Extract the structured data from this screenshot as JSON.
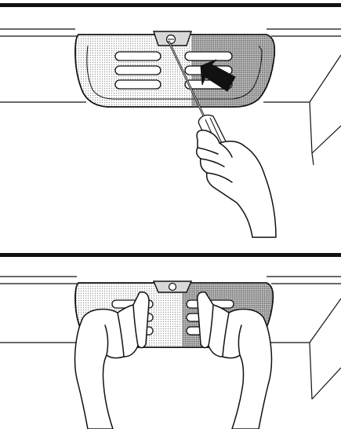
{
  "figure": {
    "panels": [
      {
        "id": "remove-screw",
        "illustration": "screwdriver-removing-cover-screw",
        "indicator": "push-arrow-icon"
      },
      {
        "id": "pull-cover",
        "illustration": "two-hands-pulling-cover"
      }
    ],
    "colors": {
      "line": "#111111",
      "background": "#ffffff",
      "shade_light": "#e2e2e2",
      "shade_dark": "#a9a9a9",
      "skin": "#ffffff"
    }
  }
}
